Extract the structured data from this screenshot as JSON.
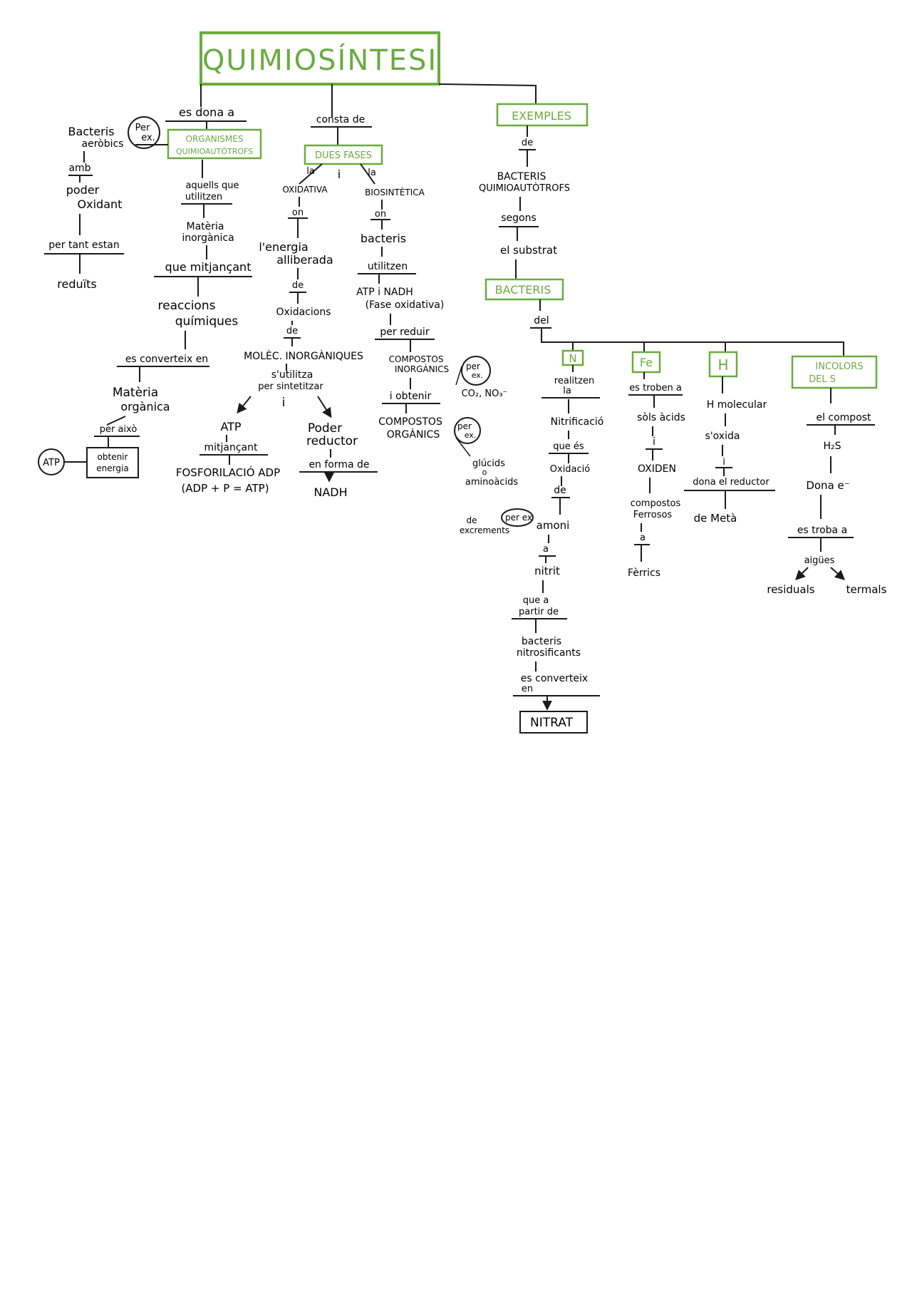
{
  "colors": {
    "green": "#6aab3e",
    "ink": "#1a1a1a",
    "paper": "#ffffff"
  },
  "title": "QUIMIOSÍNTESI",
  "branch_left": {
    "link": "es dona a",
    "box": [
      "ORGANISMES",
      "QUIMIOAUTÒTROFS"
    ],
    "example_note": [
      "Per",
      "ex."
    ],
    "aerobic": [
      "Bacteris",
      "aeròbics"
    ],
    "amb": "amb",
    "poder": "poder",
    "oxidant": "Oxidant",
    "per_tant": "per tant estan",
    "reduits": "reduïts",
    "aquells": [
      "aquells que",
      "utilitzen"
    ],
    "materia_inorg": [
      "Matèria",
      "inorgànica"
    ],
    "que_mitjancant": "que mitjançant",
    "reaccions": [
      "reaccions",
      "químiques"
    ],
    "es_converteix": "es converteix en",
    "materia_org": [
      "Matèria",
      "orgànica"
    ],
    "per_aixo": "per això",
    "obtenir": [
      "obtenir",
      "energia"
    ],
    "atp_circle": "ATP"
  },
  "branch_middle": {
    "link": "consta de",
    "box": "DUES FASES",
    "la1": "la",
    "i": "i",
    "la2": "la",
    "oxidativa": "OXIDATIVA",
    "on1": "on",
    "energia": [
      "l'energia",
      "alliberada"
    ],
    "de1": "de",
    "oxidacions": "Oxidacions",
    "de2": "de",
    "molec": "MOLÈC. INORGÀNIQUES",
    "sutilitza": [
      "s'utilitza",
      "per sintetitzar"
    ],
    "i2": "i",
    "atp": "ATP",
    "mitjancant": "mitjançant",
    "fosforilacio": [
      "FOSFORILACIÓ ADP",
      "(ADP + P = ATP)"
    ],
    "poder_reductor": [
      "Poder",
      "reductor"
    ],
    "en_forma": "en forma de",
    "nadh": "NADH",
    "biosintetica": "BIOSINTÈTICA",
    "on2": "on",
    "bacteris": "bacteris",
    "utilitzen": "utilitzen",
    "atp_nadh": [
      "ATP i NADH",
      "(Fase oxidativa)"
    ],
    "per_reduir": "per reduir",
    "compostos_inorg": [
      "COMPOSTOS",
      "INORGÀNICS"
    ],
    "per_ex1": [
      "per",
      "ex."
    ],
    "co2": "CO₂, NO₃⁻",
    "i_obtenir": "i obtenir",
    "compostos_org": [
      "COMPOSTOS",
      "ORGÀNICS"
    ],
    "per_ex2": [
      "per",
      "ex."
    ],
    "glucids": [
      "glúcids",
      "o",
      "aminoàcids"
    ]
  },
  "branch_right": {
    "box": "EXEMPLES",
    "de": "de",
    "bacteris_q": [
      "BACTERIS",
      "QUIMIOAUTÒTROFS"
    ],
    "segons": "segons",
    "substrat": "el substrat",
    "box2": "BACTERIS",
    "del": "del",
    "n": {
      "label": "N",
      "realitzen": [
        "realitzen",
        "la"
      ],
      "nitrificacio": "Nitrificació",
      "que_es": "que és",
      "oxidacio": "Oxidació",
      "de": "de",
      "per_ex": "per ex",
      "excrements": [
        "de",
        "excrements"
      ],
      "amoni": "amoni",
      "a": "a",
      "nitrit": "nitrit",
      "que_a_partir": [
        "que a",
        "partir de"
      ],
      "bacteris_nitro": [
        "bacteris",
        "nitrosificants"
      ],
      "es_converteix": [
        "es converteix",
        "en"
      ],
      "nitrat": "NITRAT"
    },
    "fe": {
      "label": "Fe",
      "es_troben": "es troben a",
      "sols": "sòls àcids",
      "i": "i",
      "oxiden": "OXIDEN",
      "compostos": [
        "compostos",
        "Ferrosos"
      ],
      "a": "a",
      "ferrics": "Fèrrics"
    },
    "h": {
      "label": "H",
      "h_molecular": "H molecular",
      "soxida": "s'oxida",
      "i": "i",
      "dona": "dona el reductor",
      "metà": "de Metà"
    },
    "s": {
      "label": [
        "INCOLORS",
        "DEL S"
      ],
      "el_compost": "el compost",
      "h2s": "H₂S",
      "dona_e": "Dona e⁻",
      "es_troba": "es troba a",
      "aigues": "aigües",
      "residuals": "residuals",
      "termals": "termals"
    }
  }
}
